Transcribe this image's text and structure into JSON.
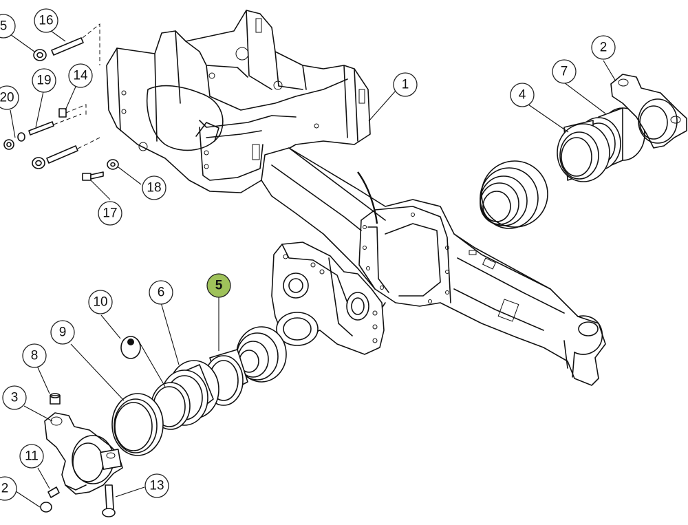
{
  "diagram": {
    "callouts": [
      {
        "id": "c16",
        "label": "16"
      },
      {
        "id": "c15",
        "label": "5"
      },
      {
        "id": "c19",
        "label": "19"
      },
      {
        "id": "c14",
        "label": "14"
      },
      {
        "id": "c20",
        "label": "20"
      },
      {
        "id": "c18",
        "label": "18"
      },
      {
        "id": "c17",
        "label": "17"
      },
      {
        "id": "c1",
        "label": "1"
      },
      {
        "id": "c2",
        "label": "2"
      },
      {
        "id": "c7",
        "label": "7"
      },
      {
        "id": "c4",
        "label": "4"
      },
      {
        "id": "c10",
        "label": "10"
      },
      {
        "id": "c6",
        "label": "6"
      },
      {
        "id": "c5",
        "label": "5",
        "highlighted": true
      },
      {
        "id": "c9",
        "label": "9"
      },
      {
        "id": "c8",
        "label": "8"
      },
      {
        "id": "c3",
        "label": "3"
      },
      {
        "id": "c11",
        "label": "11"
      },
      {
        "id": "c12",
        "label": "2"
      },
      {
        "id": "c13",
        "label": "13"
      }
    ],
    "highlight_color": "#9fc25a"
  }
}
